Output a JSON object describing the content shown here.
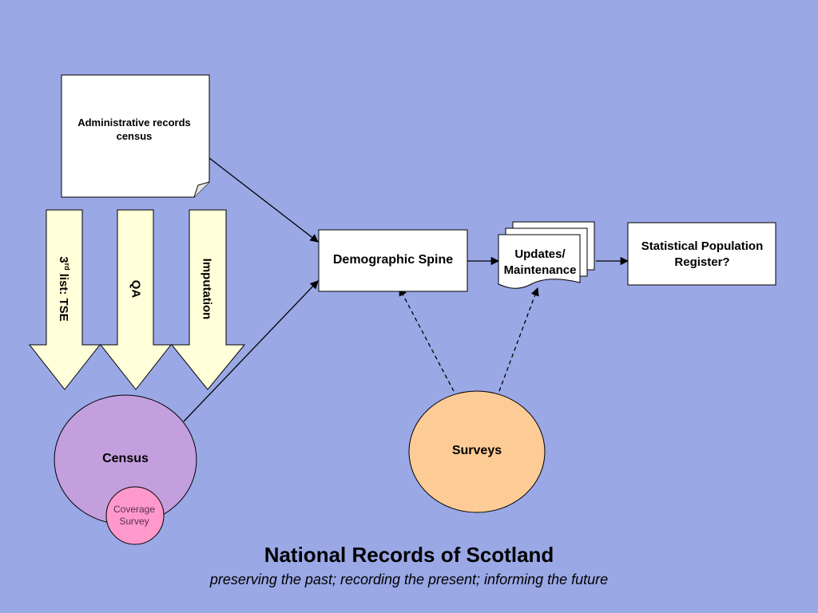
{
  "nodes": {
    "admin": "Administrative records census",
    "spine": "Demographic Spine",
    "updates_line1": "Updates/",
    "updates_line2": "Maintenance",
    "register": "Statistical Population Register?",
    "census": "Census",
    "coverage_line1": "Coverage",
    "coverage_line2": "Survey",
    "surveys": "Surveys"
  },
  "arrows": {
    "third_list_num": "3",
    "third_list_sup": "rd",
    "third_list_rest": " list: TSE",
    "qa": "QA",
    "imputation": "Imputation"
  },
  "footer": {
    "title": "National Records of Scotland",
    "subtitle": "preserving the past; recording the present; informing the future"
  },
  "colors": {
    "background": "#9aa8e6",
    "box_fill": "#ffffff",
    "arrow_fill": "#ffffd9",
    "census_fill": "#c39fdd",
    "coverage_fill": "#ff99cc",
    "surveys_fill": "#fdcb96"
  }
}
